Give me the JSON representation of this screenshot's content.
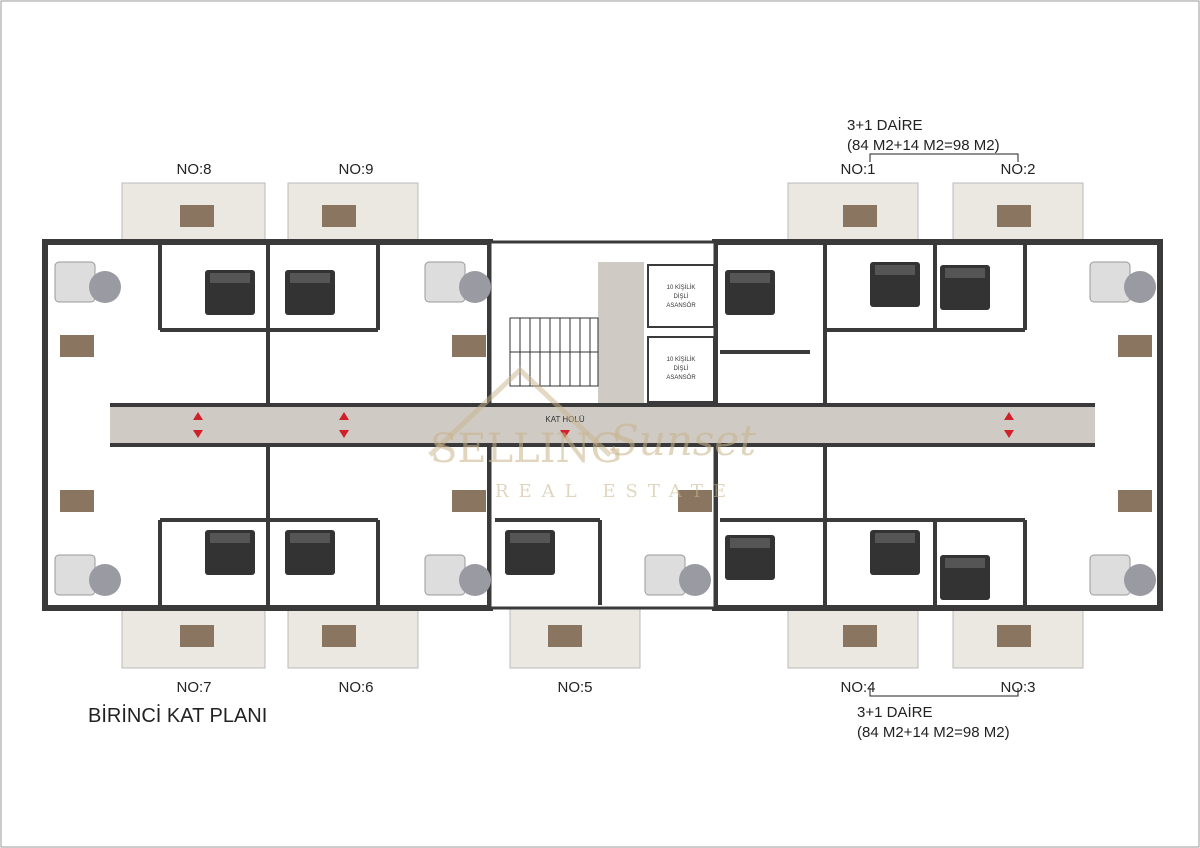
{
  "plan_title": "BİRİNCİ KAT PLANI",
  "corridor_label": "KAT HOLÜ",
  "elevators": [
    {
      "line1": "10 KİŞİLİK",
      "line2": "DİŞLİ",
      "line3": "ASANSÖR"
    },
    {
      "line1": "10 KİŞİLİK",
      "line2": "DİŞLİ",
      "line3": "ASANSÖR"
    }
  ],
  "top_units": [
    "NO:8",
    "NO:9",
    "NO:1",
    "NO:2"
  ],
  "bottom_units": [
    "NO:7",
    "NO:6",
    "NO:5",
    "NO:4",
    "NO:3"
  ],
  "top_annotation": {
    "type": "3+1 DAİRE",
    "area": "(84 M2+14 M2=98 M2)"
  },
  "bottom_annotation": {
    "type": "3+1 DAİRE",
    "area": "(84 M2+14 M2=98 M2)"
  },
  "watermark": {
    "line1": "SELLING",
    "line2": "Sunset",
    "line3": "REAL ESTATE"
  },
  "colors": {
    "wall": "#3a3a3a",
    "corridor": "#cfcac4",
    "balcony": "#e8e4de",
    "furniture": "#2f2f2f",
    "arrow": "#d0202a"
  }
}
